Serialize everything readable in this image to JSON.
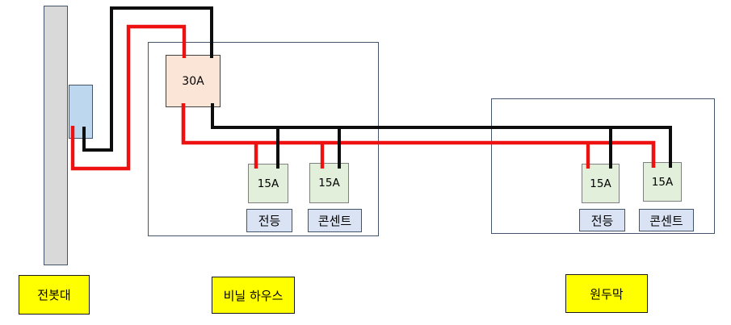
{
  "diagram_type": "electrical-wiring-diagram",
  "pole": {
    "site_label": "전봇대"
  },
  "main_breaker": {
    "rating": "30A"
  },
  "vinyl_house": {
    "site_label": "비닐 하우스",
    "branches": [
      {
        "rating": "15A",
        "load": "전등"
      },
      {
        "rating": "15A",
        "load": "콘센트"
      }
    ]
  },
  "hut": {
    "site_label": "원두막",
    "branches": [
      {
        "rating": "15A",
        "load": "전등"
      },
      {
        "rating": "15A",
        "load": "콘센트"
      }
    ]
  },
  "colors": {
    "live_wire": "#ee1111",
    "neutral_wire": "#0d0d0d",
    "pole_fill": "#d9d9d9",
    "service_box_fill": "#bdd7ee",
    "main_breaker_fill": "#fbe5d6",
    "branch_breaker_fill": "#e2efda",
    "load_label_fill": "#dae3f3",
    "site_label_fill": "#ffff00",
    "outline": "#44546a"
  }
}
